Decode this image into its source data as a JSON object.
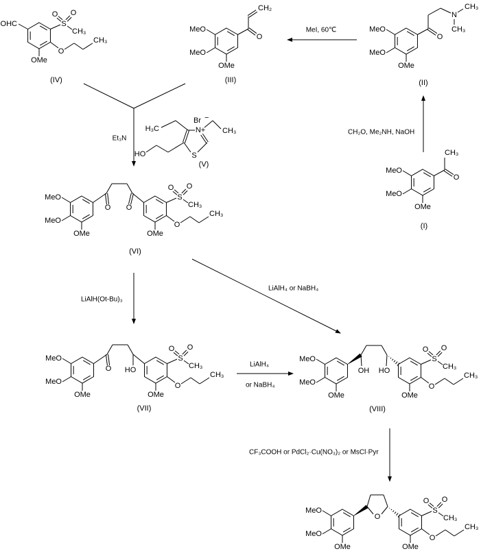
{
  "compounds": {
    "I": "(I)",
    "II": "(II)",
    "III": "(III)",
    "IV": "(IV)",
    "V": "(V)",
    "VI": "(VI)",
    "VII": "(VII)",
    "VIII": "(VIII)"
  },
  "atoms": {
    "meo": "MeO",
    "ome": "OMe",
    "o": "O",
    "s": "S",
    "ch3": "CH₃",
    "ch2": "CH₂",
    "ohc": "OHC",
    "oh": "OH",
    "ho": "HO",
    "n": "N",
    "nplus": "N+",
    "br": "Br",
    "minus": "−",
    "h3c": "H₃C"
  },
  "reagents": {
    "mei": "MeI, 60℃",
    "mannich": "CH₂O, Me₂NH, NaOH",
    "et3n": "Et₃N",
    "lialh_otbu": "LiAlH(Ot-Bu)₃",
    "diag": "LiAlH₄ or NaBH₄",
    "lialh4": "LiAlH₄",
    "or_nabh4": "or NaBH₄",
    "cyclize": "CF₃COOH or PdCl₂·Cu(NO₃)₂ or MsCl·Pyr"
  }
}
